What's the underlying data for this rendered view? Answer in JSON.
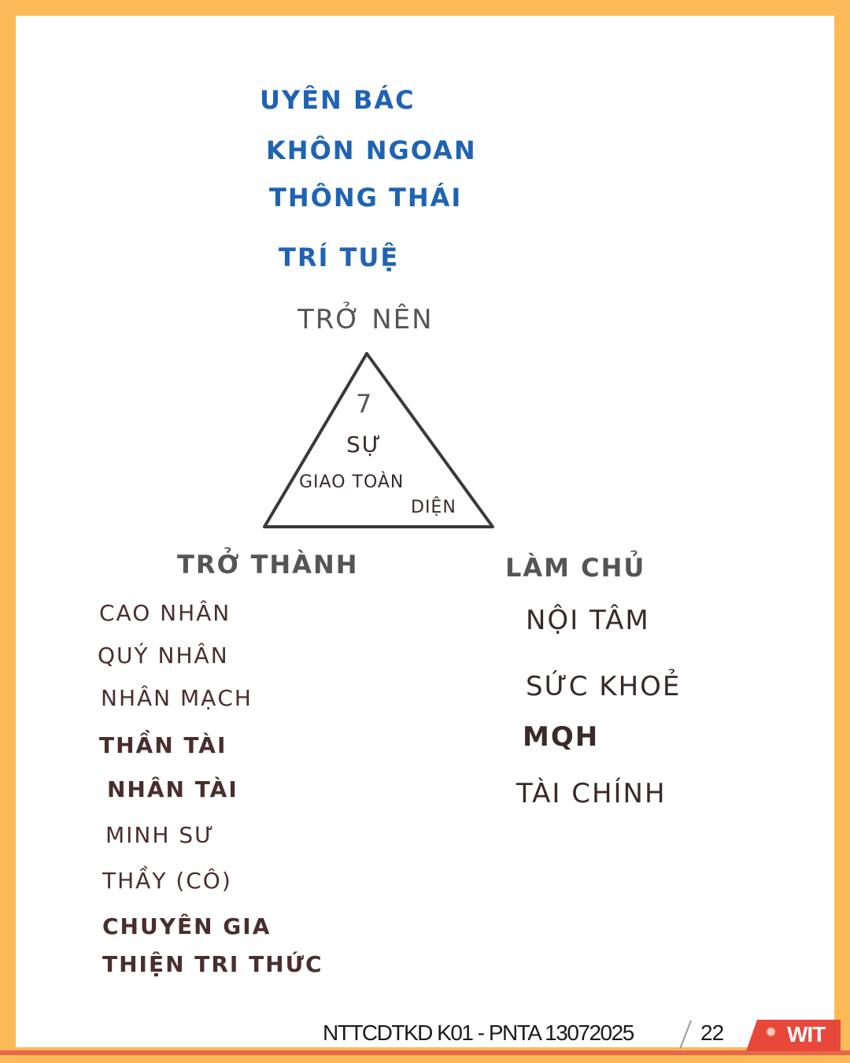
{
  "top_words": [
    "UYÊN BÁC",
    "KHÔN NGOAN",
    "THÔNG THÁI",
    "TRÍ TUỆ"
  ],
  "tro_nen": "TRỞ NÊN",
  "triangle": {
    "number": "7",
    "line1": "SỰ",
    "line2": "GIAO TOÀN",
    "line3": "DIỆN"
  },
  "left": {
    "title": "TRỞ THÀNH",
    "items": [
      "CAO NHÂN",
      "QUÝ NHÂN",
      "NHÂN MẠCH",
      "THẦN TÀI",
      "NHÂN TÀI",
      "MINH SƯ",
      "THẦY (CÔ)",
      "CHUYÊN GIA",
      "THIỆN TRI THỨC"
    ]
  },
  "right": {
    "title": "LÀM CHỦ",
    "items": [
      "NỘI TÂM",
      "SỨC KHOẺ",
      "MQH",
      "TÀI CHÍNH"
    ]
  },
  "footer": {
    "course": "NTTCDTKD K01 - PNTA  13072025",
    "page": "22",
    "logo": "WIT"
  },
  "colors": {
    "border": "#fbb957",
    "blue_ink": "#1f63b4",
    "dark_ink": "#3a2a2a",
    "footer_bar": "#e8664a",
    "logo_bg": "#e8483a"
  }
}
